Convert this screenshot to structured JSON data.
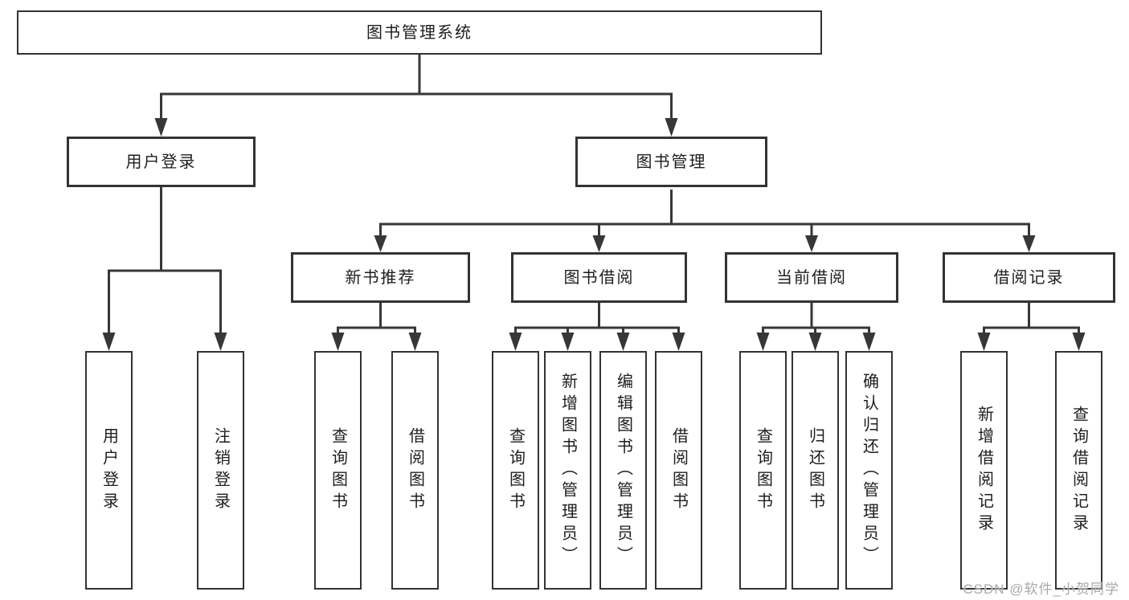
{
  "diagram": {
    "root": {
      "label": "图书管理系统"
    },
    "branches": [
      {
        "label": "用户登录",
        "leaves": [
          "用户登录",
          "注销登录"
        ]
      },
      {
        "label": "图书管理",
        "children": [
          {
            "label": "新书推荐",
            "leaves": [
              "查询图书",
              "借阅图书"
            ]
          },
          {
            "label": "图书借阅",
            "leaves": [
              "查询图书",
              "新增图书（管理员）",
              "编辑图书（管理员）",
              "借阅图书"
            ]
          },
          {
            "label": "当前借阅",
            "leaves": [
              "查询图书",
              "归还图书",
              "确认归还（管理员）"
            ]
          },
          {
            "label": "借阅记录",
            "leaves": [
              "新增借阅记录",
              "查询借阅记录"
            ]
          }
        ]
      }
    ]
  },
  "watermark": "CSDN @软件_小贺同学",
  "colors": {
    "line": "#373737",
    "box_border": "#333333",
    "text": "#1d1d1d",
    "watermark": "#a9a9a9",
    "background": "#ffffff"
  }
}
